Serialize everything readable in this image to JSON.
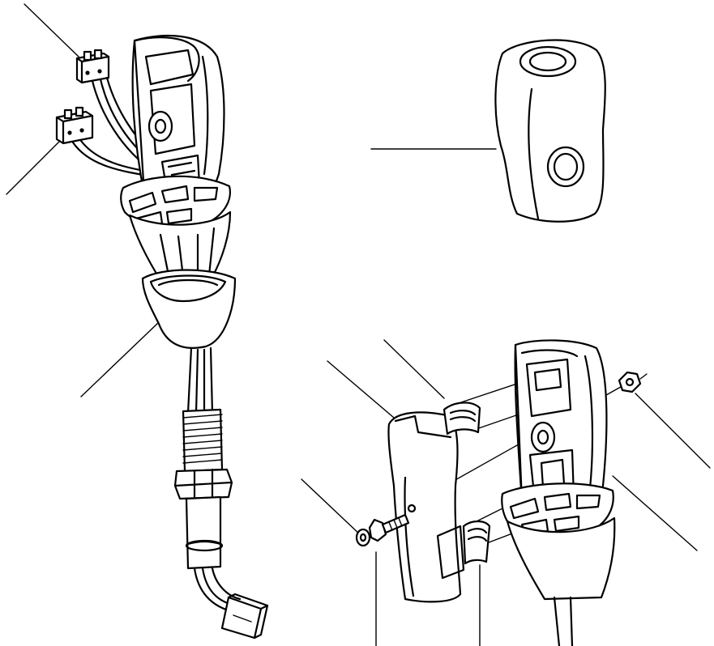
{
  "diagram": {
    "kind": "exploded-parts-drawing",
    "text_labels": [],
    "colors": {
      "ink": "#000000",
      "paper": "#ffffff"
    },
    "parts": [
      "joystick-lever-assembly",
      "connector-upper",
      "connector-lower",
      "grip-boot",
      "cable-harness",
      "button-cap",
      "grip-half-shell",
      "switch-clip-upper",
      "switch-clip-lower",
      "screw",
      "washer",
      "nut",
      "grip-housing-open"
    ]
  }
}
